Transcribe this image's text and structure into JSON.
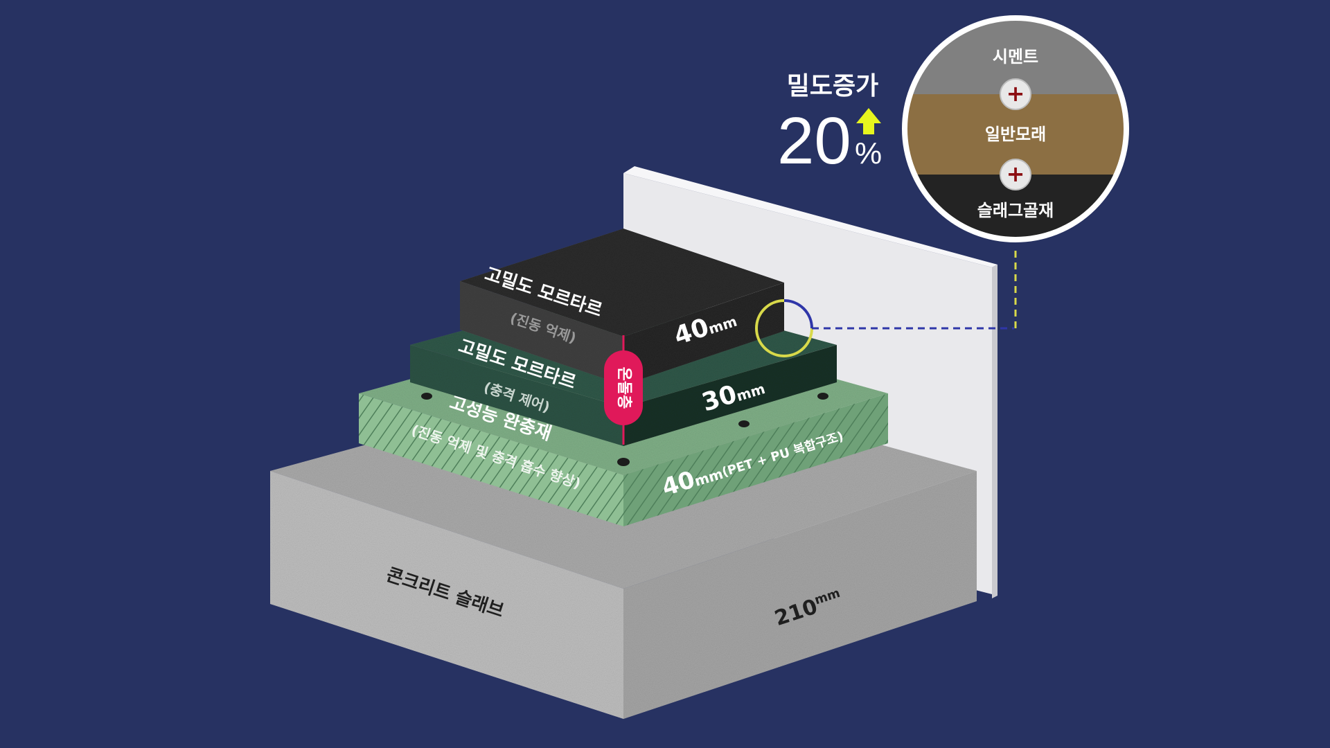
{
  "density": {
    "label": "밀도증가",
    "value": "20",
    "unit": "%"
  },
  "layers": {
    "top_mortar": {
      "name": "고밀도 모르타르",
      "sub": "(진동 억제)",
      "thickness": "40",
      "unit": "mm"
    },
    "mid_mortar": {
      "name": "고밀도 모르타르",
      "sub": "(충격 제어)",
      "thickness": "30",
      "unit": "mm"
    },
    "cushion": {
      "name": "고성능 완충재",
      "sub": "(진동 억제 및 충격 흡수 향상)",
      "thickness": "40",
      "unit": "mm",
      "material": "(PET + PU 복합구조)"
    },
    "slab": {
      "name": "콘크리트 슬래브",
      "thickness": "210",
      "unit": "mm"
    }
  },
  "ondol_label": "온돌층",
  "mix": {
    "cement": "시멘트",
    "sand": "일반모래",
    "slag": "슬래그골재",
    "plus": "+"
  },
  "colors": {
    "background": "#273262",
    "cement": "#808080",
    "sand": "#8C6F43",
    "slag": "#232323",
    "ondol": "#E0195A",
    "arrow": "#E6F51E"
  }
}
